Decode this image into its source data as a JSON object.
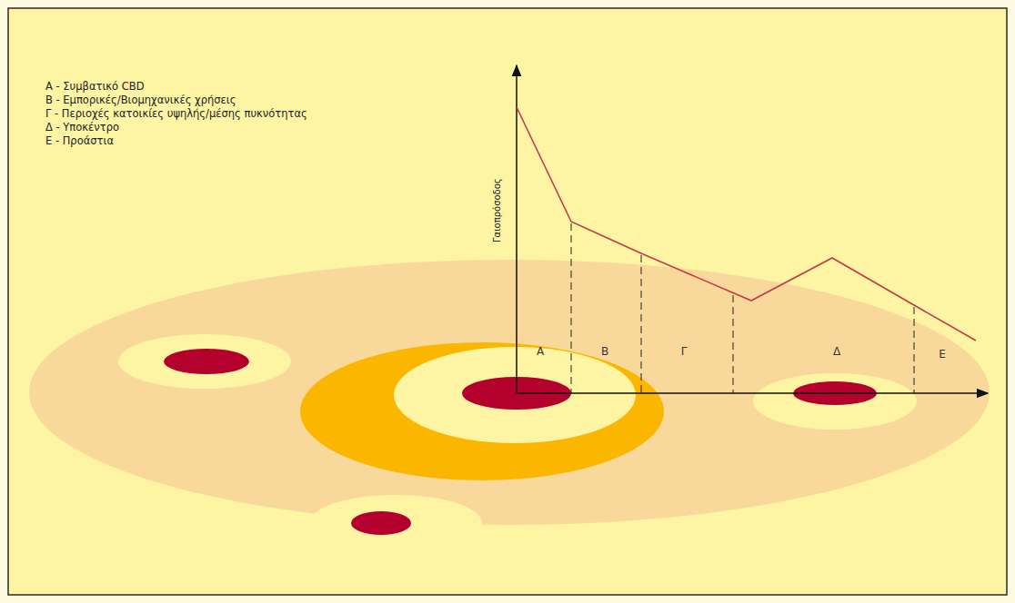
{
  "diagram": {
    "labels": [
      "Α - Συμβατικό CBD",
      "Β - Εμπορικές/Βιομηχανικές χρήσεις",
      "Γ - Περιοχές κατοικίες υψηλής/μέσης πυκνότητας",
      "Δ - Υποκέντρο",
      "Ε - Προάστια",
      "Γαιοπρόσοδος",
      "Α",
      "Β",
      "Γ",
      "Δ",
      "Ε"
    ]
  }
}
